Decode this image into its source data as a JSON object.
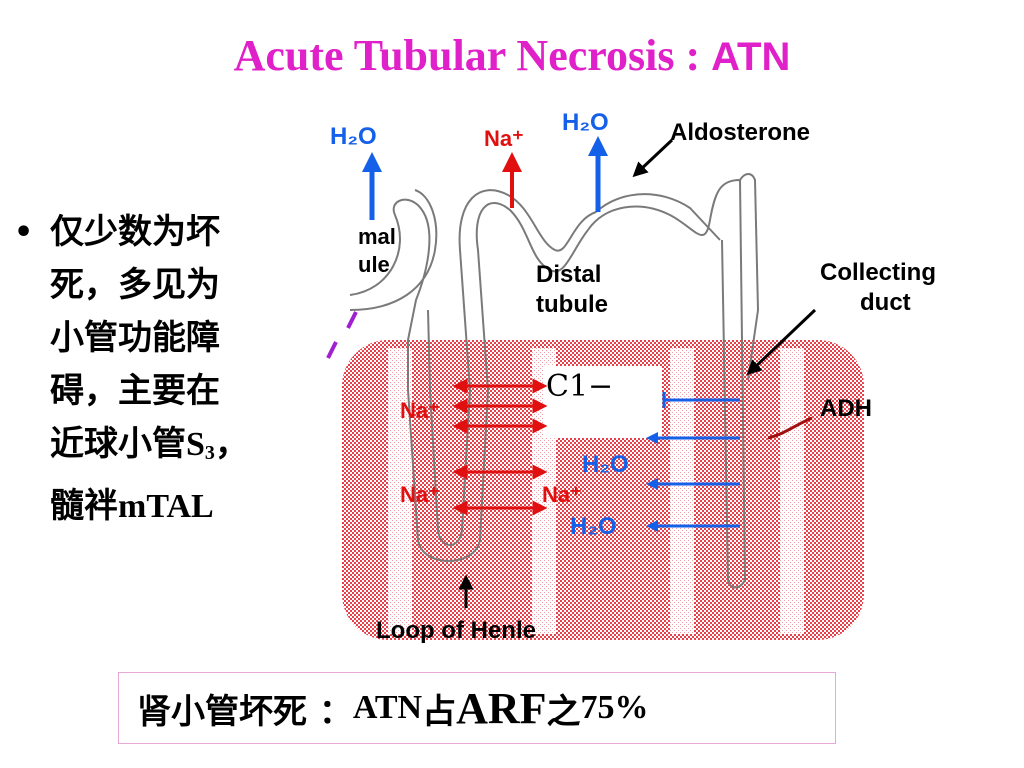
{
  "title": {
    "main": "Acute Tubular Necrosis : ",
    "abbr": "ATN"
  },
  "bullet": {
    "line1": "仅少数为坏",
    "line2": "死，多见为",
    "line3": "小管功能障",
    "line4": "碍，主要在",
    "line5_prefix": "近球小管",
    "line5_s": "S",
    "line5_sub": "3",
    "line5_suffix": "，",
    "line6_prefix": "髓袢",
    "line6_suffix": "mTAL"
  },
  "diagram": {
    "labels": {
      "h2o": "H₂O",
      "na_plus": "Na⁺",
      "aldosterone": "Aldosterone",
      "proximal_partial_1": "mal",
      "proximal_partial_2": "ule",
      "distal_1": "Distal",
      "distal_2": "tubule",
      "collecting_1": "Collecting",
      "collecting_2": "duct",
      "cl": "C1−",
      "adh": "ADH",
      "loop": "Loop of Henle"
    },
    "colors": {
      "blue": "#1560e8",
      "red": "#e01010",
      "medulla": "#e8404a"
    }
  },
  "footer": {
    "text1": "肾小管坏死 ：",
    "text2": "ATN",
    "text3": "占",
    "text4": "ARF",
    "text5": "之",
    "text6": "75%"
  }
}
